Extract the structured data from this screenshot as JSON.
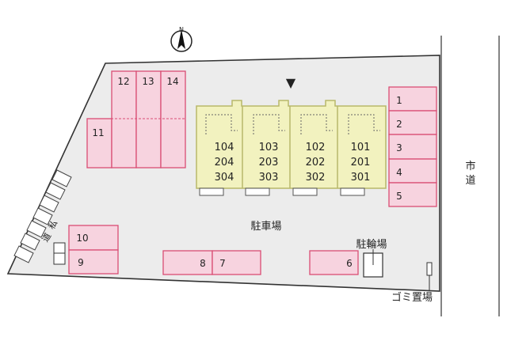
{
  "compass": {
    "letter": "N"
  },
  "entrance_marker": "▼",
  "labels": {
    "parking": "駐車場",
    "bicycle_parking": "駐輪場",
    "garbage": "ゴミ置場",
    "city_road_1": "市",
    "city_road_2": "道",
    "private_road_1": "私",
    "private_road_2": "道"
  },
  "units": [
    {
      "id": "unit-101",
      "ground": "101",
      "middle": "201",
      "top": "301"
    },
    {
      "id": "unit-102",
      "ground": "102",
      "middle": "202",
      "top": "302"
    },
    {
      "id": "unit-103",
      "ground": "103",
      "middle": "203",
      "top": "303"
    },
    {
      "id": "unit-104",
      "ground": "104",
      "middle": "204",
      "top": "304"
    }
  ],
  "parking_spaces": [
    "1",
    "2",
    "3",
    "4",
    "5",
    "6",
    "7",
    "8",
    "9",
    "10",
    "11",
    "12",
    "13",
    "14"
  ],
  "colors": {
    "parking_fill": "#f7d3df",
    "parking_stroke": "#d94d74",
    "building_fill": "#f2f2bf",
    "building_stroke": "#b8b86a",
    "lot_fill": "#ececec",
    "line": "#333333"
  }
}
